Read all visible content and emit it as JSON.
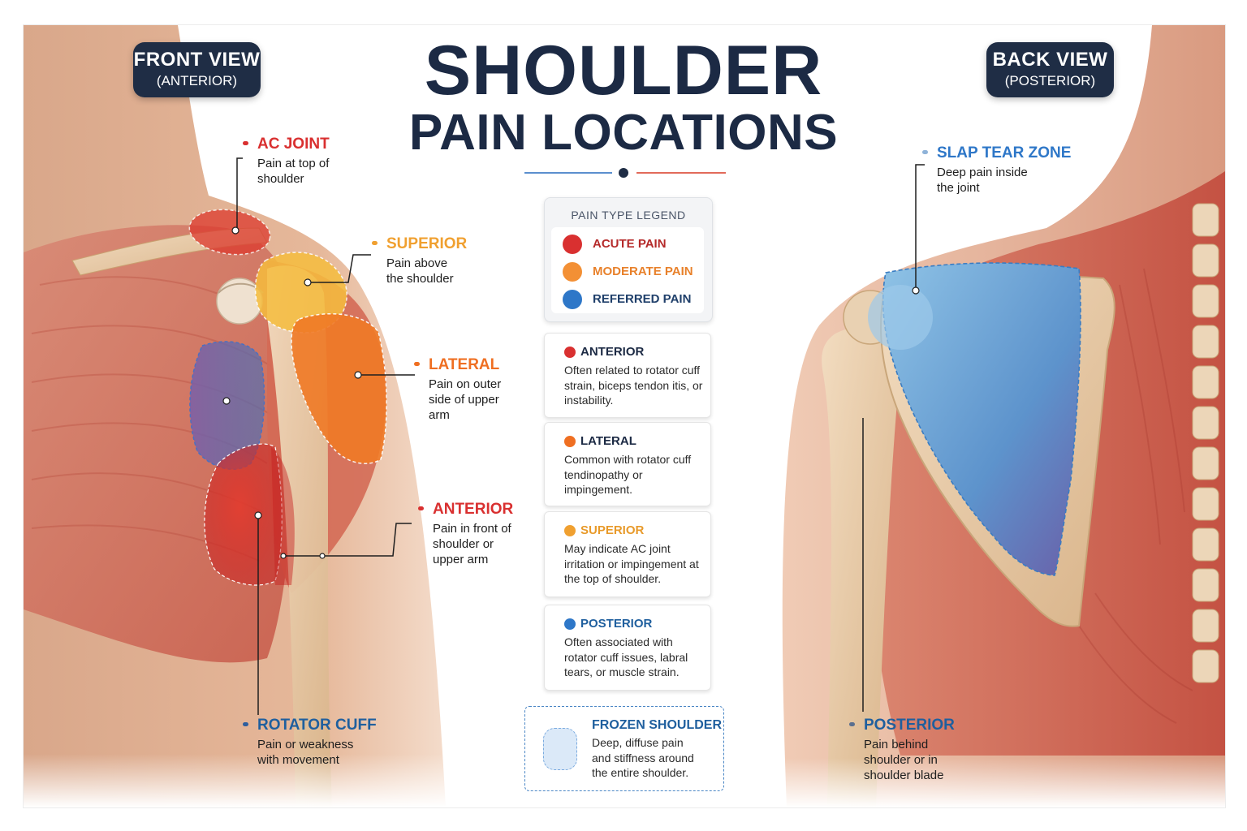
{
  "title": {
    "line1": "SHOULDER",
    "line2": "PAIN LOCATIONS"
  },
  "front_view": {
    "title": "FRONT VIEW",
    "subtitle": "(ANTERIOR)"
  },
  "back_view": {
    "title": "BACK VIEW",
    "subtitle": "(POSTERIOR)"
  },
  "front_labels": {
    "ac_joint": {
      "head": "AC JOINT",
      "desc": [
        "Pain at top of",
        "shoulder"
      ]
    },
    "superior": {
      "head": "SUPERIOR",
      "desc": [
        "Pain above",
        "the shoulder"
      ]
    },
    "lateral": {
      "head": "LATERAL",
      "desc": [
        "Pain on outer",
        "side of upper",
        "arm"
      ]
    },
    "anterior": {
      "head": "ANTERIOR",
      "desc": [
        "Pain in front of",
        "shoulder or",
        "upper arm"
      ]
    },
    "rotator_cuff": {
      "head": "ROTATOR CUFF",
      "desc": [
        "Pain or weakness",
        "with movement"
      ]
    }
  },
  "back_labels": {
    "slap_tear": {
      "head": "SLAP TEAR ZONE",
      "desc": [
        "Deep pain inside",
        "the joint"
      ]
    },
    "posterior": {
      "head": "POSTERIOR",
      "desc": [
        "Pain behind",
        "shoulder or in",
        "shoulder blade"
      ]
    }
  },
  "legend": {
    "title": "PAIN TYPE LEGEND",
    "items": [
      {
        "label": "ACUTE PAIN",
        "color": "#d93030"
      },
      {
        "label": "MODERATE PAIN",
        "color": "#f39035"
      },
      {
        "label": "REFERRED PAIN",
        "color": "#2e77c8"
      }
    ]
  },
  "cards": [
    {
      "head": "ANTERIOR",
      "desc": "Often related to rotator cuff strain, biceps tendon itis, or instability.",
      "color": "#d93030"
    },
    {
      "head": "LATERAL",
      "desc": "Common with rotator cuff tendinopathy or impingement.",
      "color": "#ef6f22"
    },
    {
      "head": "SUPERIOR",
      "desc": "May indicate AC joint irritation or impingement at the top of shoulder.",
      "color": "#f0a030"
    },
    {
      "head": "POSTERIOR",
      "desc": "Often associated with rotator cuff issues, labral tears, or muscle strain.",
      "color": "#2e77c8"
    }
  ],
  "frozen_shoulder": {
    "head": "FROZEN SHOULDER",
    "desc": [
      "Deep, diffuse pain",
      "and stiffness around",
      "the entire shoulder."
    ]
  },
  "colors": {
    "navy": "#1f2d45",
    "acute": "#d93030",
    "moderate": "#f39035",
    "superior": "#f0a030",
    "referred": "#2e77c8"
  }
}
